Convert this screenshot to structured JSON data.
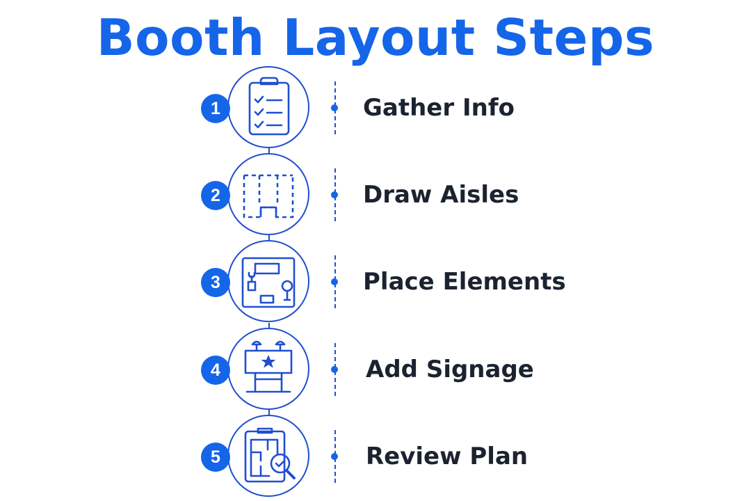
{
  "title": "Booth Layout Steps",
  "colors": {
    "accent": "#1565e8",
    "text": "#1b2330",
    "line": "#1f4fd0"
  },
  "steps": [
    {
      "number": "1",
      "label": "Gather Info",
      "icon": "clipboard-checklist-icon"
    },
    {
      "number": "2",
      "label": "Draw Aisles",
      "icon": "aisle-floorplan-icon"
    },
    {
      "number": "3",
      "label": "Place Elements",
      "icon": "booth-elements-icon"
    },
    {
      "number": "4",
      "label": "Add Signage",
      "icon": "signage-board-icon"
    },
    {
      "number": "5",
      "label": "Review Plan",
      "icon": "plan-review-magnifier-icon"
    }
  ]
}
